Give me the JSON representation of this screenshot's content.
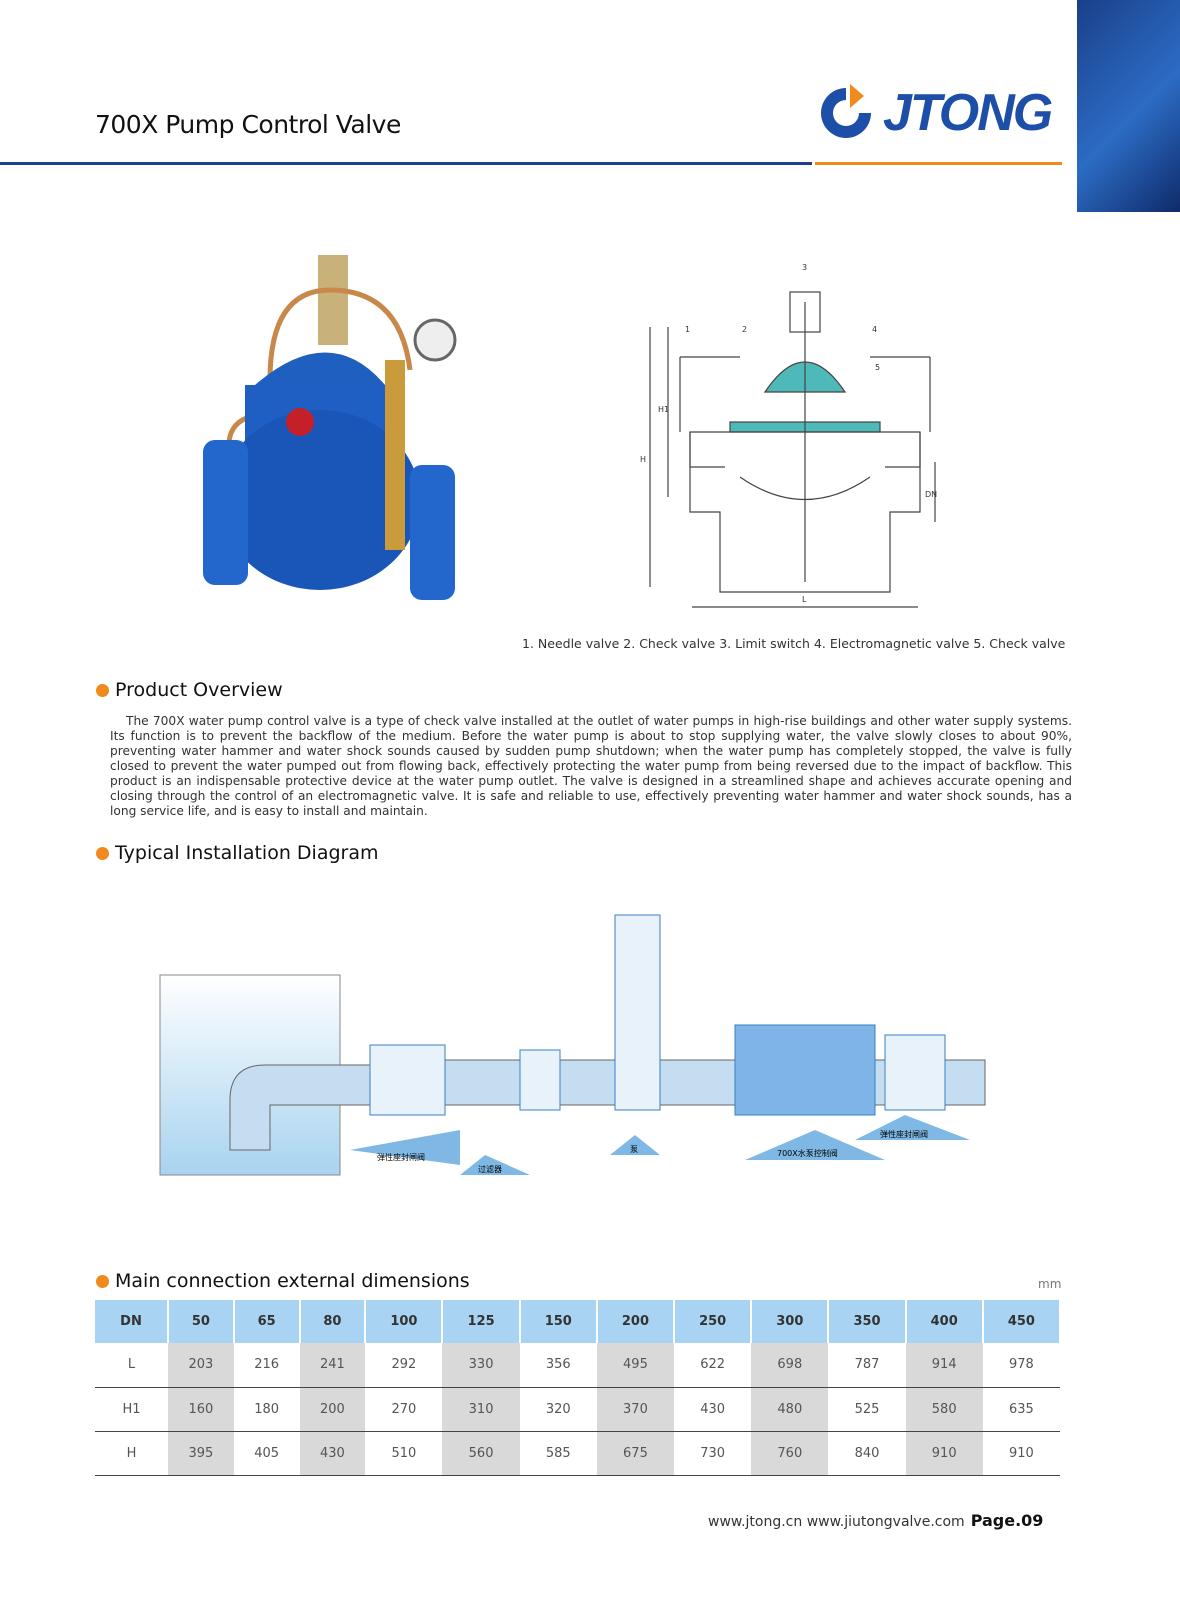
{
  "header": {
    "title": "700X Pump Control Valve",
    "brand": "JTONG"
  },
  "drawing": {
    "caption": "1. Needle valve  2. Check valve  3. Limit switch  4. Electromagnetic valve  5. Check valve",
    "labels": [
      "1",
      "2",
      "3",
      "4",
      "5",
      "H1",
      "H",
      "DN",
      "L"
    ]
  },
  "overview": {
    "heading": "Product Overview",
    "text": "The 700X water pump control valve is a type of check valve installed at the outlet of water pumps in high-rise buildings and other water supply systems. Its function is to prevent the backflow of the medium. Before the water pump is about to stop supplying water, the valve slowly closes to about 90%, preventing water hammer and water shock sounds caused by sudden pump shutdown; when the water pump has completely stopped, the valve is fully closed to prevent the water pumped out from flowing back, effectively protecting the water pump from being reversed due to the impact of backflow. This product is an indispensable protective device at the water pump outlet. The valve is designed in a streamlined shape and achieves accurate opening and closing through the control of an electromagnetic valve. It is safe and reliable to use, effectively preventing water hammer and water shock sounds, has a long service life, and is easy to install and maintain."
  },
  "install": {
    "heading": "Typical Installation Diagram",
    "labels": {
      "gate1": "弹性座封闸阀",
      "filter": "过滤器",
      "pump": "泵",
      "control": "700X水泵控制阀",
      "gate2": "弹性座封闸阀"
    }
  },
  "dims": {
    "heading": "Main connection external dimensions",
    "unit": "mm",
    "columns": [
      "DN",
      "50",
      "65",
      "80",
      "100",
      "125",
      "150",
      "200",
      "250",
      "300",
      "350",
      "400",
      "450"
    ],
    "rows": [
      [
        "L",
        "203",
        "216",
        "241",
        "292",
        "330",
        "356",
        "495",
        "622",
        "698",
        "787",
        "914",
        "978"
      ],
      [
        "H1",
        "160",
        "180",
        "200",
        "270",
        "310",
        "320",
        "370",
        "430",
        "480",
        "525",
        "580",
        "635"
      ],
      [
        "H",
        "395",
        "405",
        "430",
        "510",
        "560",
        "585",
        "675",
        "730",
        "760",
        "840",
        "910",
        "910"
      ]
    ]
  },
  "footer": {
    "sites": "www.jtong.cn  www.jiutongvalve.com",
    "page": "Page.09"
  }
}
